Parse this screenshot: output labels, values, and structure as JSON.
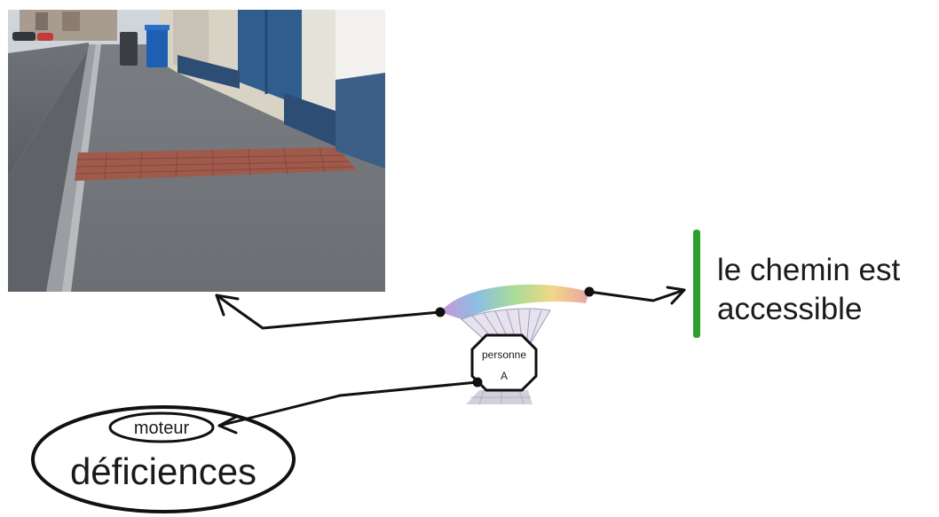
{
  "photo": {
    "subject": "sidewalk-with-brick-ramp-crossing"
  },
  "node": {
    "label_line1": "personne",
    "label_line2": "A"
  },
  "conclusion": {
    "line1": "le chemin est",
    "line2": "accessible",
    "bar_color": "#2ca02c"
  },
  "deficiency": {
    "inner_label": "moteur",
    "outer_label": "déficiences"
  },
  "colors": {
    "line": "#111111",
    "text": "#1a1a1a"
  }
}
